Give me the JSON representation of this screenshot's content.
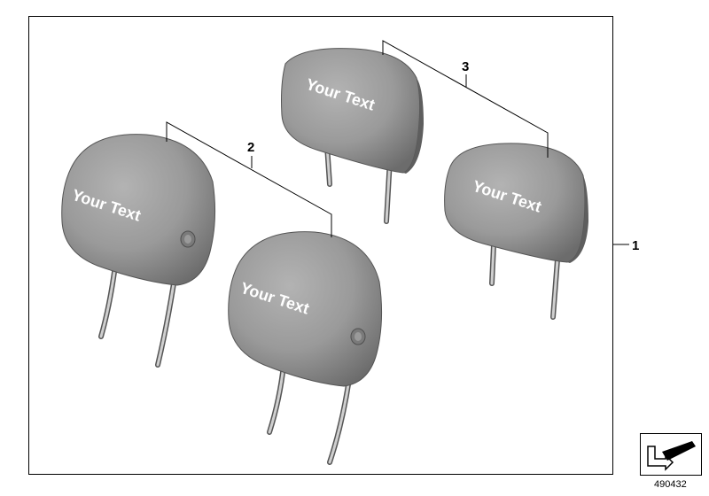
{
  "callouts": {
    "main": "1",
    "front_pair": "2",
    "rear_pair": "3"
  },
  "headrests": [
    {
      "embroidery": "Your Text"
    },
    {
      "embroidery": "Your Text"
    },
    {
      "embroidery": "Your Text"
    },
    {
      "embroidery": "Your Text"
    }
  ],
  "diagram_number": "490432",
  "icons": {
    "navigation": "arrow-nav-icon"
  },
  "colors": {
    "headrest_fill": "#9b9b9b",
    "headrest_shade": "#6f6f6f",
    "post": "#bdbdbd",
    "line": "#000000"
  }
}
